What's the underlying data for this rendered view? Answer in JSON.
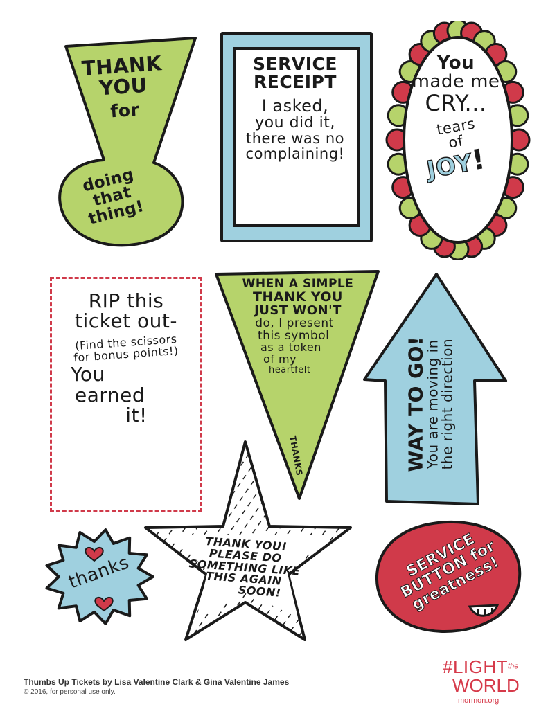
{
  "colors": {
    "green": "#b6d36b",
    "blue": "#9fd0df",
    "red": "#d03a4a",
    "outline": "#1a1a1a",
    "brand": "#d63a4a"
  },
  "tickets": {
    "thank_you": {
      "l1": "THANK",
      "l2": "YOU",
      "l3": "for",
      "l4": "doing",
      "l5": "that",
      "l6": "thing!"
    },
    "receipt": {
      "l1": "SERVICE",
      "l2": "RECEIPT",
      "l3": "I asked,",
      "l4": "you did it,",
      "l5": "there was no",
      "l6": "complaining!"
    },
    "cry": {
      "l1": "You",
      "l2": "made me",
      "l3": "CRY...",
      "l4": "tears",
      "l5": "of",
      "l6": "JOY",
      "l7": "!"
    },
    "rip": {
      "l1": "RIP this",
      "l2": "ticket out-",
      "l3": "(Find the scissors",
      "l4": "for bonus points!)",
      "l5": "You",
      "l6": "earned",
      "l7": "it!"
    },
    "triangle": {
      "l1": "WHEN A SIMPLE",
      "l2": "THANK YOU",
      "l3": "JUST WON'T",
      "l4": "do, I present",
      "l5": "this symbol",
      "l6": "as a token",
      "l7": "of my",
      "l8": "heartfelt",
      "l9": "THANKS"
    },
    "arrow": {
      "l1": "WAY TO GO!",
      "l2": "You are moving in",
      "l3": "the right direction"
    },
    "burst": {
      "l1": "thanks"
    },
    "star": {
      "l1": "THANK YOU!",
      "l2": "PLEASE DO",
      "l3": "SOMETHING LIKE",
      "l4": "THIS AGAIN",
      "l5": "SOON!"
    },
    "button": {
      "l1": "SERVICE",
      "l2": "BUTTON for",
      "l3": "greatness!"
    }
  },
  "footer": {
    "title": "Thumbs Up Tickets by Lisa Valentine Clark & Gina Valentine James",
    "copyright": "© 2016, for personal use only."
  },
  "brand": {
    "hash": "#LIGHT",
    "the": "the",
    "world": "WORLD",
    "url": "mormon.org"
  }
}
